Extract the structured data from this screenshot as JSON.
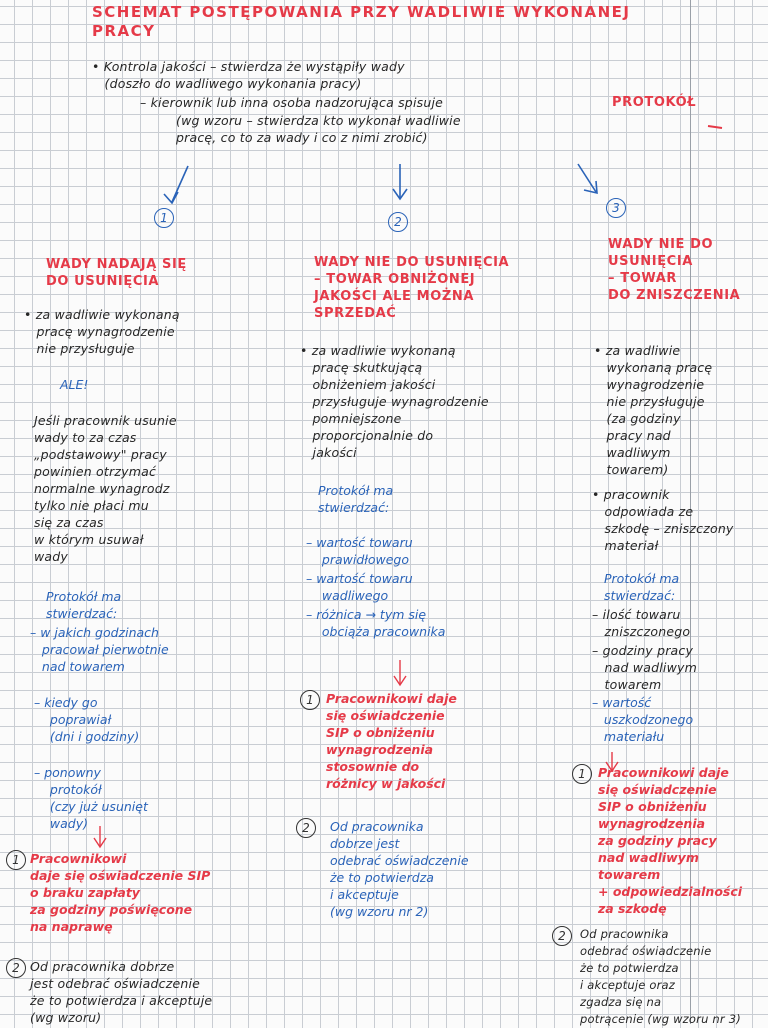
{
  "title": "SCHEMAT POSTĘPOWANIA PRZY WADLIWIE WYKONANEJ\nPRACY",
  "intro": {
    "bullet1": "• Kontrola jakości – stwierdza że wystąpiły wady\n   (doszło do wadliwego wykonania pracy)",
    "bullet2": "– kierownik lub inna osoba nadzorująca spisuje",
    "protokol": "PROTOKÓŁ",
    "bullet2_cont": "(wg wzoru – stwierdza kto wykonał wadliwie\npracę, co to za wady i co z nimi zrobić)"
  },
  "branches": [
    {
      "number": "1",
      "heading": "WADY NADAJĄ SIĘ\nDO USUNIĘCIA",
      "pay": "• za wadliwie wykonaną\n   pracę wynagrodzenie\n   nie przysługuje",
      "ale": "ALE!",
      "exception": "Jeśli pracownik usunie\nwady to za czas\n„podstawowy\" pracy\npowinien otrzymać\nnormalne wynagrodz\ntylko nie płaci mu\nsię za czas\nw którym usuwał\nwady",
      "protocol_heading": "Protokół ma\nstwierdzać:",
      "protocol_items": [
        "– w jakich godzinach\n   pracował pierwotnie\n   nad towarem",
        "– kiedy go\n    poprawiał\n    (dni i godziny)",
        "– ponowny\n    protokół\n    (czy już usunięt\n    wady)"
      ],
      "step1_num": "1",
      "step1": "Pracownikowi\ndaje się oświadczenie SIP\no braku zapłaty\nza godziny poświęcone\nna naprawę",
      "step2_num": "2",
      "step2": "Od pracownika dobrze\njest odebrać oświadczenie\nże to potwierdza i akceptuje\n(wg wzoru)"
    },
    {
      "number": "2",
      "heading": "WADY NIE DO USUNIĘCIA\n– TOWAR OBNIŻONEJ\nJAKOŚCI ALE MOŻNA\nSPRZEDAĆ",
      "pay": "• za wadliwie wykonaną\n   pracę skutkującą\n   obniżeniem jakości\n   przysługuje wynagrodzenie\n   pomniejszone\n   proporcjonalnie do\n   jakości",
      "protocol_heading": "Protokół ma\nstwierdzać:",
      "protocol_items": [
        "– wartość towaru\n    prawidłowego",
        "– wartość towaru\n    wadliwego",
        "– różnica → tym się\n    obciąża pracownika"
      ],
      "step1_num": "1",
      "step1": "Pracownikowi daje\nsię oświadczenie\nSIP o obniżeniu\nwynagrodzenia\nstosownie do\nróżnicy w jakości",
      "step2_num": "2",
      "step2": "Od pracownika\ndobrze jest\nodebrać oświadczenie\nże to potwierdza\ni akceptuje\n(wg wzoru nr 2)"
    },
    {
      "number": "3",
      "heading": "WADY NIE DO\nUSUNIĘCIA\n– TOWAR\nDO ZNISZCZENIA",
      "pay": "• za wadliwie\n   wykonaną pracę\n   wynagrodzenie\n   nie przysługuje\n   (za godziny\n   pracy nad\n   wadliwym\n   towarem)",
      "pay2": "• pracownik\n   odpowiada ze\n   szkodę – zniszczony\n   materiał",
      "protocol_heading": "Protokół ma\nstwierdzać:",
      "protocol_items": [
        "– ilość towaru\n   zniszczonego",
        "– godziny pracy\n   nad wadliwym\n   towarem",
        "– wartość\n   uszkodzonego\n   materiału"
      ],
      "step1_num": "1",
      "step1": "Pracownikowi daje\nsię oświadczenie\nSIP o obniżeniu\nwynagrodzenia\nza godziny pracy\nnad wadliwym\ntowarem\n+ odpowiedzialności\nza szkodę",
      "step2_num": "2",
      "step2": "Od pracownika\nodebrać oświadczenie\nże to potwierdza\ni akceptuje oraz\nzgadza się na\npotrącenie (wg wzoru nr 3)"
    }
  ]
}
